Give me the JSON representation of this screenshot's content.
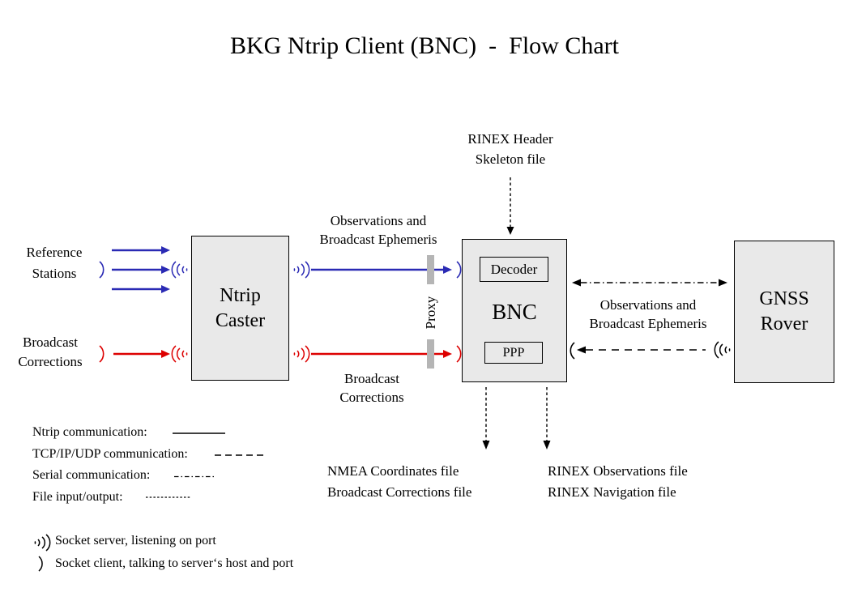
{
  "title": "BKG Ntrip Client (BNC)  -  Flow Chart",
  "colors": {
    "ntrip_blue": "#2a2ab4",
    "corrections_red": "#dd0000",
    "box_fill": "#e9e9e9",
    "proxy_gray": "#b5b5b5",
    "line_black": "#000000"
  },
  "boxes": {
    "ntrip_caster": {
      "line1": "Ntrip",
      "line2": "Caster"
    },
    "bnc": {
      "label": "BNC",
      "decoder": "Decoder",
      "ppp": "PPP"
    },
    "gnss_rover": {
      "line1": "GNSS",
      "line2": "Rover"
    }
  },
  "labels": {
    "reference_stations": {
      "line1": "Reference",
      "line2": "Stations"
    },
    "broadcast_corrections_input": {
      "line1": "Broadcast",
      "line2": "Corrections"
    },
    "observations_to_bnc": {
      "line1": "Observations and",
      "line2": "Broadcast Ephemeris"
    },
    "broadcast_corrections_to_bnc": {
      "line1": "Broadcast",
      "line2": "Corrections"
    },
    "rinex_skeleton": {
      "line1": "RINEX Header",
      "line2": "Skeleton file"
    },
    "observations_to_rover": {
      "line1": "Observations and",
      "line2": "Broadcast Ephemeris"
    },
    "proxy": "Proxy",
    "nmea_output": {
      "line1": "NMEA Coordinates file",
      "line2": "Broadcast Corrections file"
    },
    "rinex_output": {
      "line1": "RINEX Observations file",
      "line2": "RINEX Navigation file"
    }
  },
  "legend": {
    "ntrip": "Ntrip communication:",
    "tcp": "TCP/IP/UDP communication:",
    "serial": "Serial communication:",
    "file": "File input/output:",
    "socket_server": "Socket server, listening on port",
    "socket_client": "Socket client, talking to server‘s host and port"
  },
  "icons": {
    "socket_server_icon": ")))",
    "socket_client_icon": ")"
  }
}
